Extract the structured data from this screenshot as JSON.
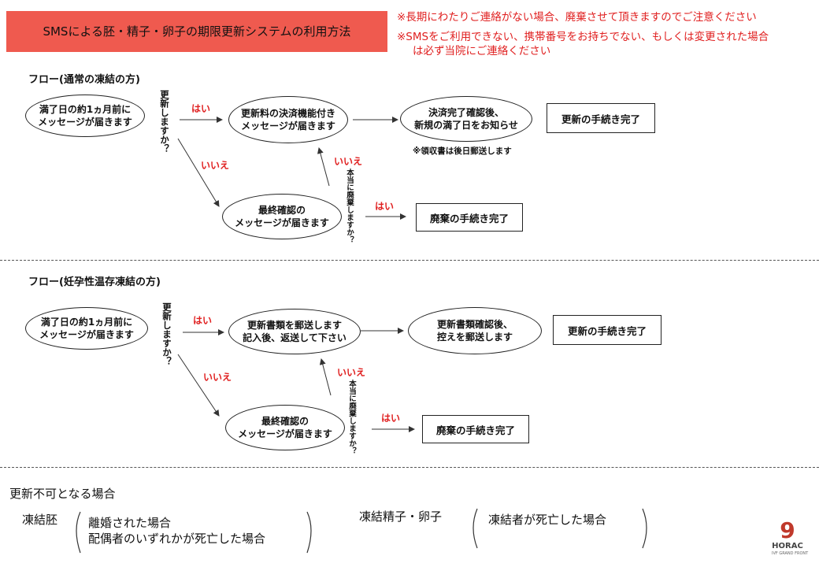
{
  "title": "SMSによる胚・精子・卵子の期限更新システムの利用方法",
  "notes": {
    "line1": "※長期にわたりご連絡がない場合、廃棄させて頂きますのでご注意ください",
    "line2": "※SMSをご利用できない、携帯番号をお持ちでない、もしくは変更された場合",
    "line3": "は必ず当院にご連絡ください"
  },
  "flow1": {
    "label": "フロー(通常の凍結の方)",
    "start": "満了日の約1ヵ月前に\nメッセージが届きます",
    "question": "更新しますか？",
    "yes": "はい",
    "no": "いいえ",
    "payment": "更新料の決済機能付き\nメッセージが届きます",
    "confirm": "決済完了確認後、\n新規の満了日をお知らせ",
    "receipt_note": "※領収書は後日郵送します",
    "complete": "更新の手続き完了",
    "final_check": "最終確認の\nメッセージが届きます",
    "really": "本当に廃棄しますか？",
    "no2": "いいえ",
    "yes2": "はい",
    "discard": "廃棄の手続き完了"
  },
  "flow2": {
    "label": "フロー(妊孕性温存凍結の方)",
    "start": "満了日の約1ヵ月前に\nメッセージが届きます",
    "question": "更新しますか？",
    "yes": "はい",
    "no": "いいえ",
    "mail": "更新書類を郵送します\n記入後、返送して下さい",
    "confirm": "更新書類確認後、\n控えを郵送します",
    "complete": "更新の手続き完了",
    "final_check": "最終確認の\nメッセージが届きます",
    "really": "本当に廃棄しますか？",
    "no2": "いいえ",
    "yes2": "はい",
    "discard": "廃棄の手続き完了"
  },
  "conditions": {
    "title": "更新不可となる場合",
    "embryo_label": "凍結胚",
    "embryo_items": "離婚された場合\n配偶者のいずれかが死亡した場合",
    "gamete_label": "凍結精子・卵子",
    "gamete_items": "凍結者が死亡した場合"
  },
  "logo": {
    "mark": "9",
    "name": "HORAC",
    "sub": "IVF GRAND FRONT",
    "color": "#c0392b"
  }
}
